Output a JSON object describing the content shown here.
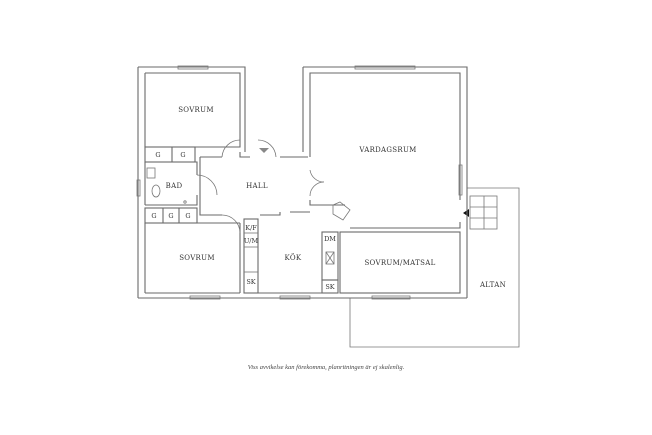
{
  "rooms": {
    "sovrum_top": "SOVRUM",
    "bad": "BAD",
    "hall": "HALL",
    "vardagsrum": "VARDAGSRUM",
    "sovrum_bottom": "SOVRUM",
    "kok": "KÖK",
    "sovrum_matsal": "SOVRUM/MATSAL",
    "altan": "ALTAN"
  },
  "fixtures": {
    "garderob": "G",
    "kf": "K/F",
    "um": "U/M",
    "sk": "SK",
    "dm": "DM"
  },
  "caption": "Viss avvikelse kan förekomma, planritningen är ej skalenlig."
}
